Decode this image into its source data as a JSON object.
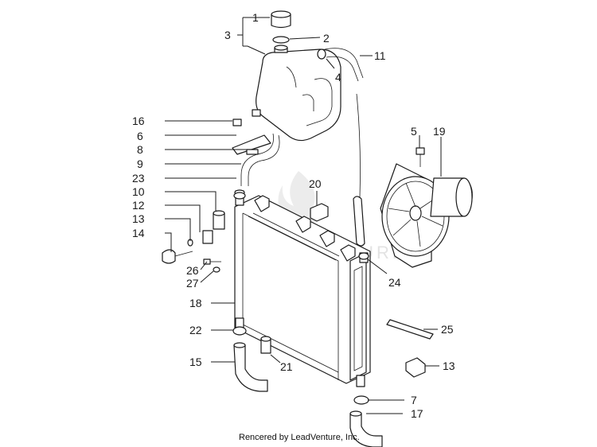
{
  "watermark": "LEADVENTURE",
  "credit": "Rencered by LeadVenture, Inc.",
  "callouts": [
    {
      "id": "c1",
      "label": "1"
    },
    {
      "id": "c2",
      "label": "2"
    },
    {
      "id": "c3",
      "label": "3"
    },
    {
      "id": "c4",
      "label": "4"
    },
    {
      "id": "c5",
      "label": "5"
    },
    {
      "id": "c6",
      "label": "6"
    },
    {
      "id": "c7",
      "label": "7"
    },
    {
      "id": "c8",
      "label": "8"
    },
    {
      "id": "c9",
      "label": "9"
    },
    {
      "id": "c10",
      "label": "10"
    },
    {
      "id": "c11",
      "label": "11"
    },
    {
      "id": "c12",
      "label": "12"
    },
    {
      "id": "c13a",
      "label": "13"
    },
    {
      "id": "c13b",
      "label": "13"
    },
    {
      "id": "c14",
      "label": "14"
    },
    {
      "id": "c15",
      "label": "15"
    },
    {
      "id": "c16",
      "label": "16"
    },
    {
      "id": "c17",
      "label": "17"
    },
    {
      "id": "c18",
      "label": "18"
    },
    {
      "id": "c19",
      "label": "19"
    },
    {
      "id": "c20",
      "label": "20"
    },
    {
      "id": "c21",
      "label": "21"
    },
    {
      "id": "c22",
      "label": "22"
    },
    {
      "id": "c23",
      "label": "23"
    },
    {
      "id": "c24",
      "label": "24"
    },
    {
      "id": "c25",
      "label": "25"
    },
    {
      "id": "c26",
      "label": "26"
    },
    {
      "id": "c27",
      "label": "27"
    }
  ]
}
